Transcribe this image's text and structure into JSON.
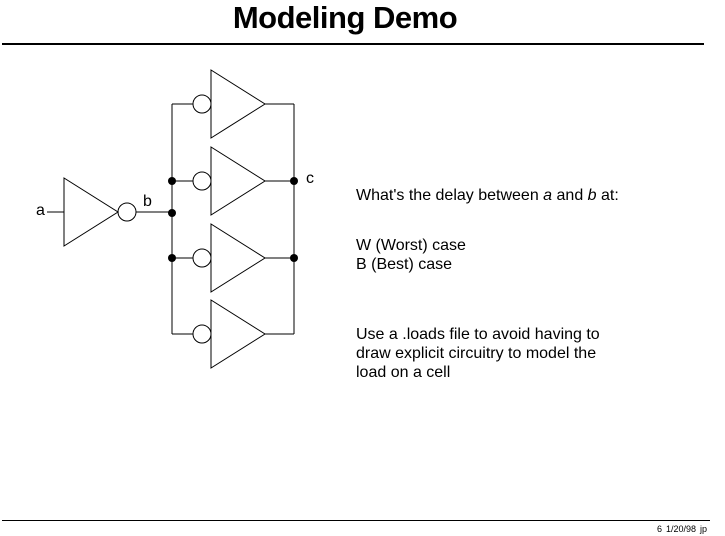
{
  "slide": {
    "title": "Modeling Demo"
  },
  "circuit": {
    "labels": {
      "a": "a",
      "b": "b",
      "c": "c"
    },
    "driver_count": 1,
    "load_inverter_count": 4
  },
  "text": {
    "question_prefix": "What's the delay between ",
    "question_var_a": "a",
    "question_middle": " and ",
    "question_var_b": "b",
    "question_suffix": " at:",
    "case_worst": "W (Worst) case",
    "case_best": "B (Best) case",
    "loads_line1": "Use a .loads file to avoid having to",
    "loads_line2": "draw explicit circuitry to model the",
    "loads_line3": "load on a cell"
  },
  "footer": {
    "page_number": "6",
    "date": "1/20/98",
    "initials": "jp"
  }
}
